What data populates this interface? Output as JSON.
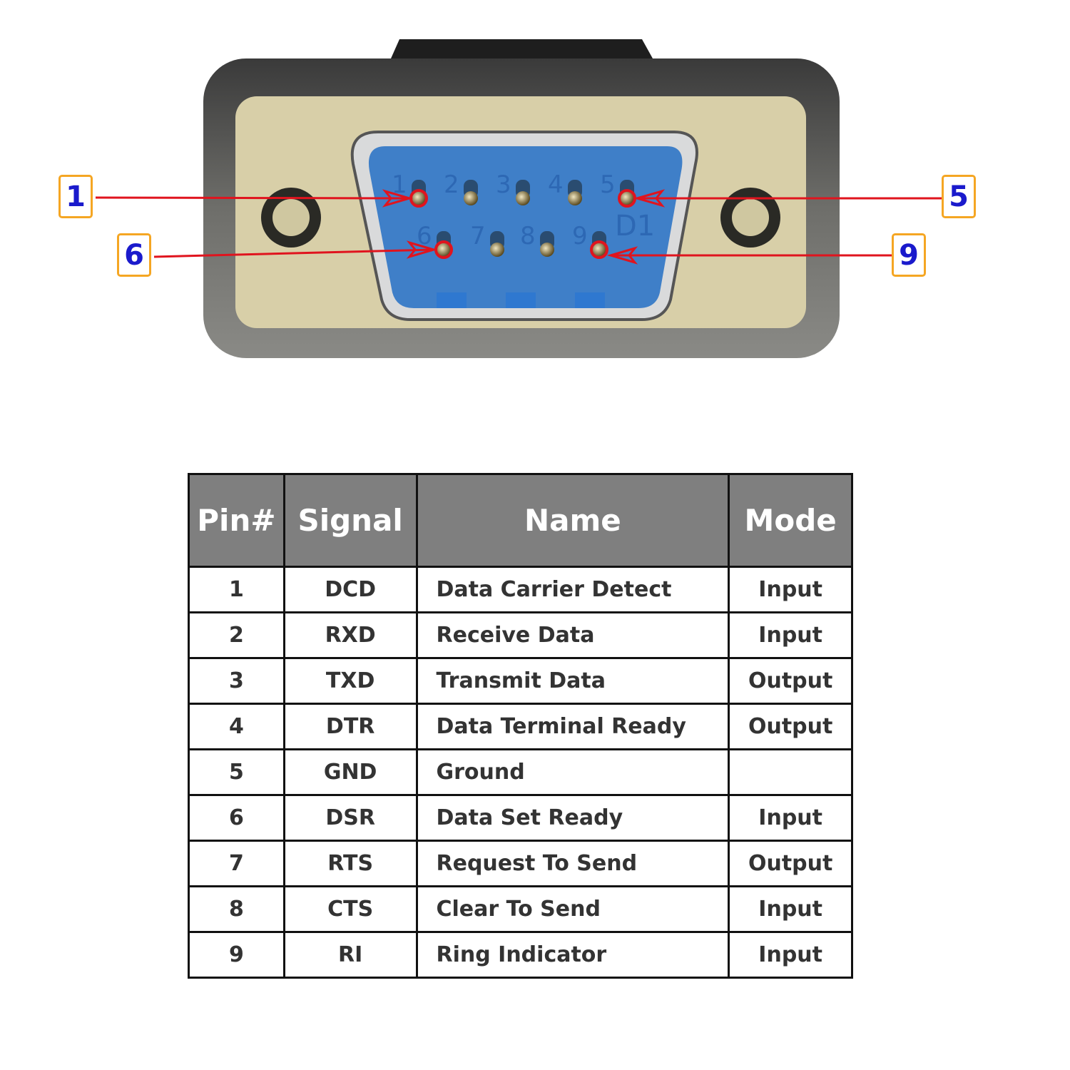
{
  "connector": {
    "pin_numbers_row1": [
      "1",
      "2",
      "3",
      "4",
      "5"
    ],
    "pin_numbers_row2": [
      "6",
      "7",
      "8",
      "9"
    ],
    "marking": "D1",
    "highlighted_pins": [
      "1",
      "5",
      "6",
      "9"
    ]
  },
  "callouts": {
    "pin1": "1",
    "pin5": "5",
    "pin6": "6",
    "pin9": "9"
  },
  "colors": {
    "callout_border": "#f5a623",
    "callout_text": "#1a1acc",
    "arrow": "#e0141e",
    "shell_blue": "#3f7fc8",
    "header_bg": "#7f7f7f"
  },
  "table": {
    "headers": [
      "Pin#",
      "Signal",
      "Name",
      "Mode"
    ],
    "rows": [
      {
        "pin": "1",
        "signal": "DCD",
        "name": "Data Carrier Detect",
        "mode": "Input"
      },
      {
        "pin": "2",
        "signal": "RXD",
        "name": "Receive Data",
        "mode": "Input"
      },
      {
        "pin": "3",
        "signal": "TXD",
        "name": "Transmit Data",
        "mode": "Output"
      },
      {
        "pin": "4",
        "signal": "DTR",
        "name": "Data Terminal Ready",
        "mode": "Output"
      },
      {
        "pin": "5",
        "signal": "GND",
        "name": "Ground",
        "mode": ""
      },
      {
        "pin": "6",
        "signal": "DSR",
        "name": "Data Set Ready",
        "mode": "Input"
      },
      {
        "pin": "7",
        "signal": "RTS",
        "name": "Request To Send",
        "mode": "Output"
      },
      {
        "pin": "8",
        "signal": "CTS",
        "name": "Clear To Send",
        "mode": "Input"
      },
      {
        "pin": "9",
        "signal": "RI",
        "name": "Ring Indicator",
        "mode": "Input"
      }
    ]
  }
}
